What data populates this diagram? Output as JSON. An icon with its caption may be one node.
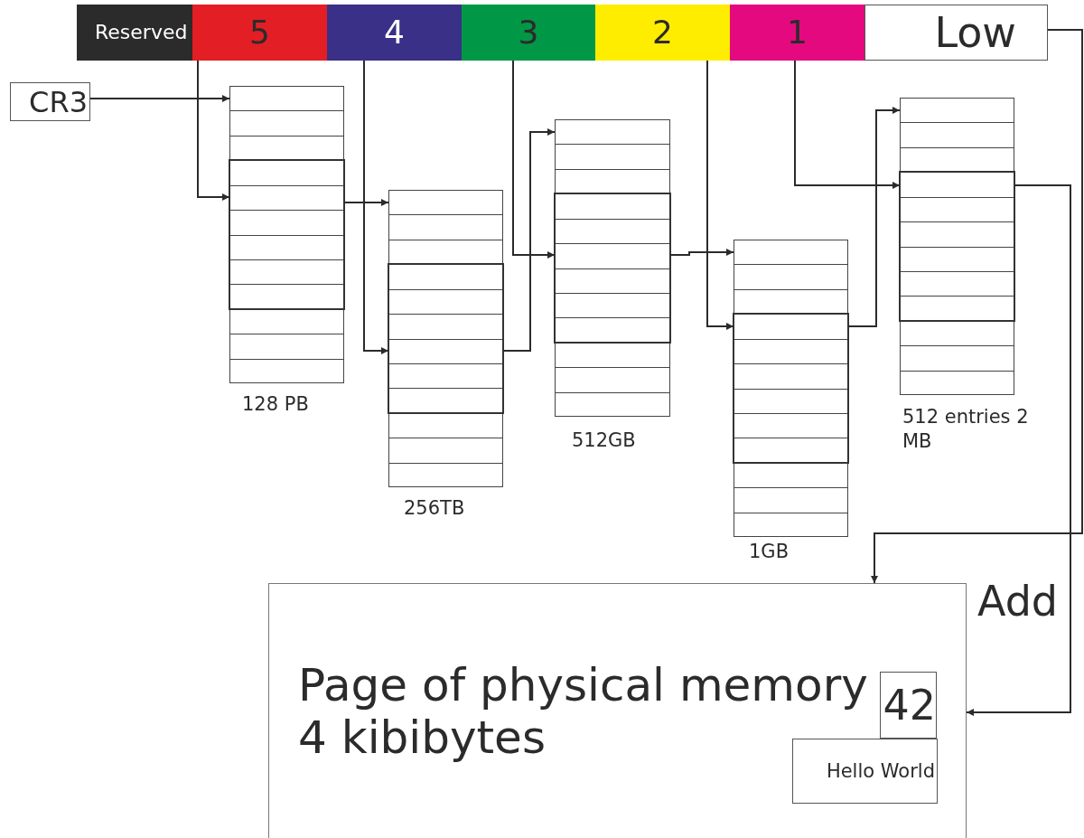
{
  "diagram": {
    "nodes": [
      {
        "text": [
          "Reserved"
        ]
      },
      {
        "text": [
          "5"
        ]
      },
      {
        "text": [
          "4"
        ]
      },
      {
        "text": [
          "3"
        ]
      },
      {
        "text": [
          "2"
        ]
      },
      {
        "text": [
          "1"
        ]
      },
      {
        "text": [
          "Low"
        ]
      },
      {
        "text": [
          "CR3"
        ]
      },
      {
        "text": [],
        "shape": "table",
        "beside": [
          "128 PB"
        ]
      },
      {
        "text": [],
        "shape": "table",
        "beside": [
          "256TB"
        ]
      },
      {
        "text": [],
        "shape": "table",
        "beside": [
          "512GB"
        ]
      },
      {
        "text": [],
        "shape": "table",
        "beside": [
          "1GB"
        ]
      },
      {
        "text": [],
        "shape": "table",
        "beside": [
          "512 entries 2 MB"
        ]
      },
      {
        "text": [
          "Page of physical memory 4 kibibytes"
        ]
      },
      {
        "text": [
          "42"
        ],
        "in": 13
      },
      {
        "text": [
          "Hello World"
        ],
        "in": 13
      }
    ],
    "edges": [
      {
        "from": 7,
        "to": 8,
        "arrow": "to"
      },
      {
        "from": 1,
        "to": 8,
        "arrow": "to"
      },
      {
        "from": 8,
        "to": 9,
        "arrow": "to"
      },
      {
        "from": 2,
        "to": 9,
        "arrow": "to"
      },
      {
        "from": 9,
        "to": 10,
        "arrow": "to"
      },
      {
        "from": 3,
        "to": 10,
        "arrow": "to"
      },
      {
        "from": 10,
        "to": 11,
        "arrow": "to"
      },
      {
        "from": 4,
        "to": 11,
        "arrow": "to"
      },
      {
        "from": 11,
        "to": 12,
        "arrow": "to"
      },
      {
        "from": 5,
        "to": 12,
        "arrow": "to"
      },
      {
        "from": 12,
        "to": 13,
        "arrow": "to",
        "label": "Add"
      },
      {
        "from": 6,
        "to": 13,
        "arrow": "to"
      }
    ]
  }
}
